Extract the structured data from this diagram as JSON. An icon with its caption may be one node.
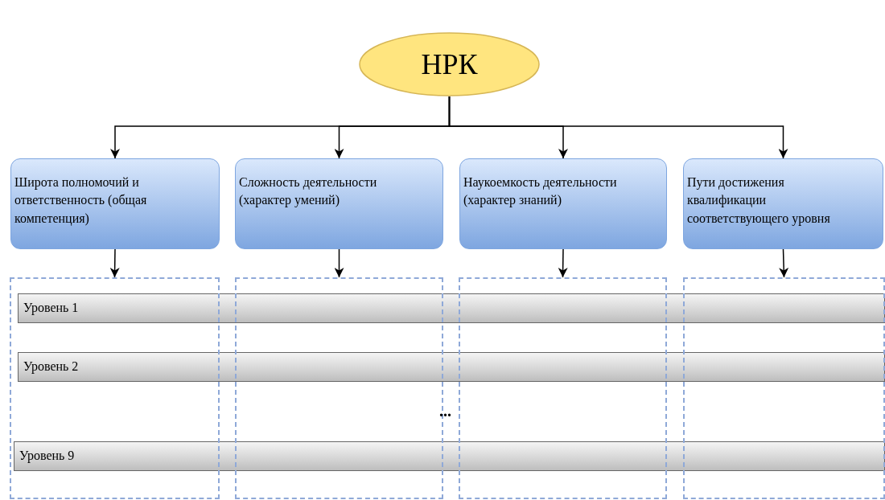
{
  "diagram": {
    "nodes": [
      {
        "text": [
          "НРК"
        ]
      },
      {
        "text": [
          "Широта полномочий и ответственность (общая компетенция)"
        ]
      },
      {
        "text": [
          "Сложность деятельности (характер умений)"
        ]
      },
      {
        "text": [
          "Наукоемкость деятельности (характер знаний)"
        ]
      },
      {
        "text": [
          "Пути достижения квалификации соответствующего уровня"
        ]
      },
      {
        "text": [],
        "shape": "box"
      },
      {
        "text": [],
        "shape": "box"
      },
      {
        "text": [],
        "shape": "box"
      },
      {
        "text": [],
        "shape": "box"
      },
      {
        "text": [
          "Уровень 1"
        ]
      },
      {
        "text": [
          "Уровень 2"
        ]
      },
      {
        "text": [
          "Уровень 9"
        ]
      }
    ],
    "edges": [
      {
        "from": 0,
        "to": 1,
        "arrow": "to"
      },
      {
        "from": 0,
        "to": 2,
        "arrow": "to"
      },
      {
        "from": 0,
        "to": 3,
        "arrow": "to"
      },
      {
        "from": 0,
        "to": 4,
        "arrow": "to"
      },
      {
        "from": 1,
        "to": 5,
        "arrow": "to"
      },
      {
        "from": 2,
        "to": 6,
        "arrow": "to"
      },
      {
        "from": 3,
        "to": 7,
        "arrow": "to"
      },
      {
        "from": 4,
        "to": 8,
        "arrow": "to"
      }
    ],
    "labels": [
      "..."
    ]
  }
}
